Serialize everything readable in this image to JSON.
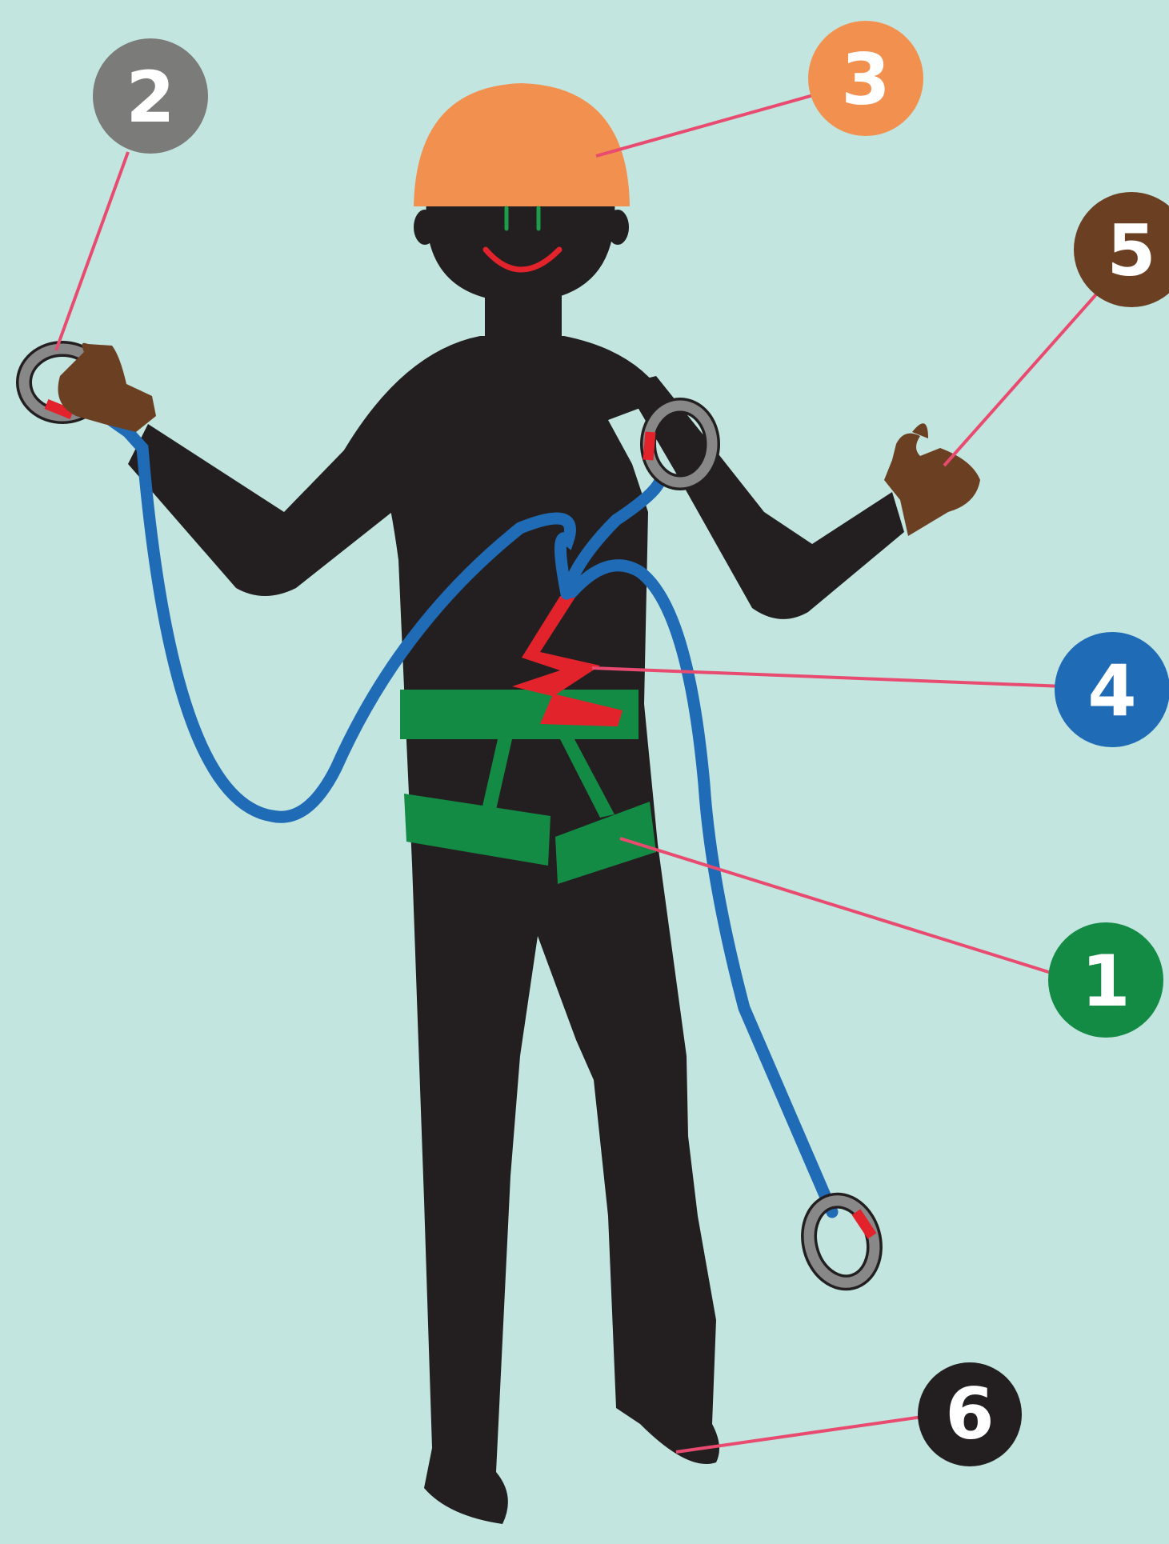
{
  "colors": {
    "background": "#c2e5df",
    "silhouette": "#231f20",
    "helmet": "#f2914f",
    "harness": "#138b44",
    "lanyard": "#1f6bb5",
    "shock_absorber": "#e3232b",
    "carabiner": "#888888",
    "gloves": "#6b3f22",
    "leader_line": "#e94a6f",
    "face_eyes": "#1d9c4a",
    "face_mouth": "#e3232b"
  },
  "callouts": [
    {
      "id": "harness",
      "number": "1",
      "color": "#138b44",
      "icon": "harness-icon"
    },
    {
      "id": "carabiner",
      "number": "2",
      "color": "#7b7b79",
      "icon": "carabiner-icon"
    },
    {
      "id": "helmet",
      "number": "3",
      "color": "#f2914f",
      "icon": "helmet-icon"
    },
    {
      "id": "shock-absorber",
      "number": "4",
      "color": "#1f6bb5",
      "icon": "shock-absorber-icon"
    },
    {
      "id": "gloves",
      "number": "5",
      "color": "#6b3f22",
      "icon": "glove-icon"
    },
    {
      "id": "boots",
      "number": "6",
      "color": "#231f20",
      "icon": "boot-icon"
    }
  ]
}
